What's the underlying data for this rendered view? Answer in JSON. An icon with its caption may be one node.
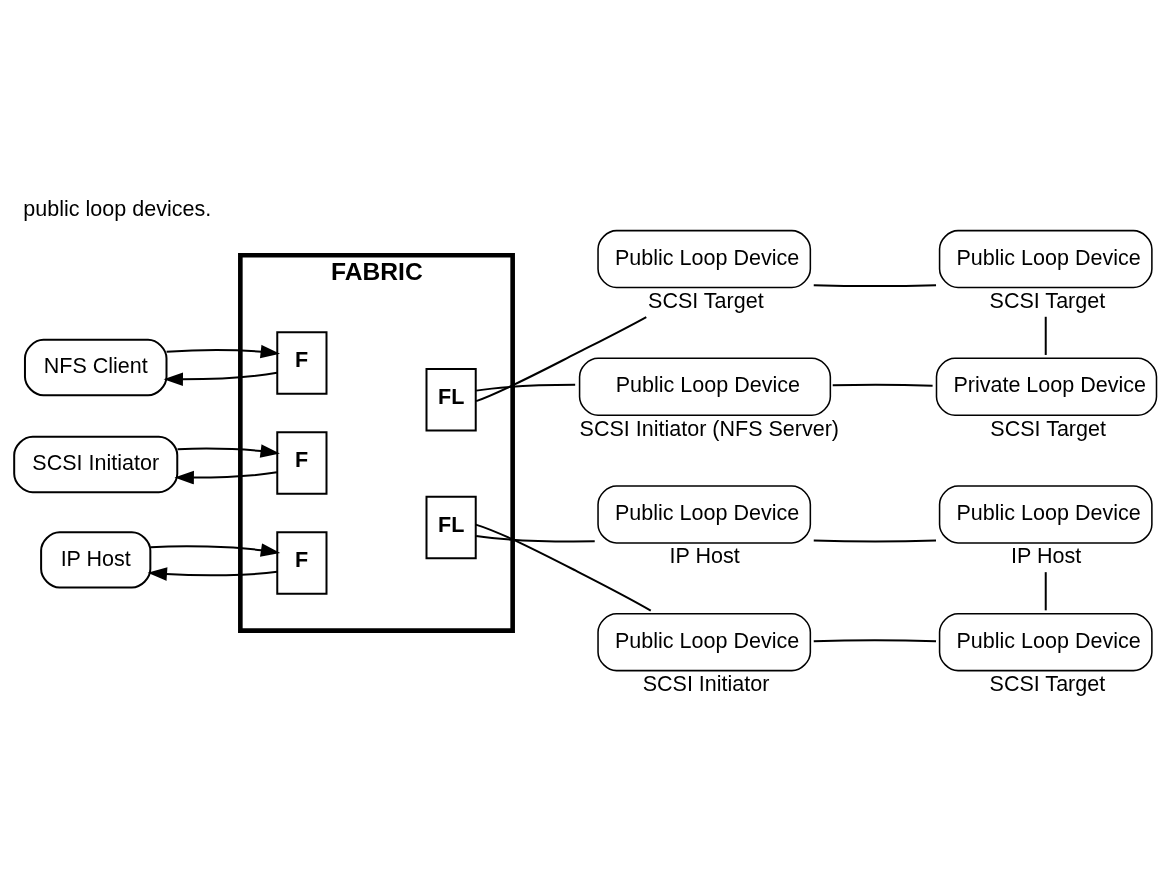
{
  "diagram": {
    "caption": "public loop devices.",
    "nodes": [
      {
        "text": [
          "FABRIC"
        ]
      },
      {
        "text": [
          "F"
        ],
        "in": 0
      },
      {
        "text": [
          "F"
        ],
        "in": 0
      },
      {
        "text": [
          "F"
        ],
        "in": 0
      },
      {
        "text": [
          "FL"
        ],
        "in": 0
      },
      {
        "text": [
          "FL"
        ],
        "in": 0
      },
      {
        "text": [
          "NFS Client"
        ]
      },
      {
        "text": [
          "SCSI Initiator"
        ]
      },
      {
        "text": [
          "IP Host"
        ]
      },
      {
        "text": [
          "Public Loop Device"
        ],
        "beside": [
          "SCSI Target"
        ]
      },
      {
        "text": [
          "Public Loop Device"
        ],
        "beside": [
          "SCSI Target"
        ]
      },
      {
        "text": [
          "Private Loop Device"
        ],
        "beside": [
          "SCSI Target"
        ]
      },
      {
        "text": [
          "Public Loop Device"
        ],
        "beside": [
          "SCSI Initiator (NFS Server)"
        ]
      },
      {
        "text": [
          "Public Loop Device"
        ],
        "beside": [
          "IP Host"
        ]
      },
      {
        "text": [
          "Public Loop Device"
        ],
        "beside": [
          "IP Host"
        ]
      },
      {
        "text": [
          "Public Loop Device"
        ],
        "beside": [
          "SCSI Target"
        ]
      },
      {
        "text": [
          "Public Loop Device"
        ],
        "beside": [
          "SCSI Initiator"
        ]
      }
    ],
    "edges": [
      {
        "from": 1,
        "to": 6,
        "arrow": "to"
      },
      {
        "from": 6,
        "to": 1,
        "arrow": "to"
      },
      {
        "from": 2,
        "to": 7,
        "arrow": "to"
      },
      {
        "from": 7,
        "to": 2,
        "arrow": "to"
      },
      {
        "from": 3,
        "to": 8,
        "arrow": "to"
      },
      {
        "from": 8,
        "to": 3,
        "arrow": "to"
      },
      {
        "from": 4,
        "to": 9,
        "arrow": "none"
      },
      {
        "from": 9,
        "to": 10,
        "arrow": "none"
      },
      {
        "from": 10,
        "to": 11,
        "arrow": "none"
      },
      {
        "from": 11,
        "to": 12,
        "arrow": "none"
      },
      {
        "from": 12,
        "to": 4,
        "arrow": "none"
      },
      {
        "from": 5,
        "to": 13,
        "arrow": "none"
      },
      {
        "from": 13,
        "to": 14,
        "arrow": "none"
      },
      {
        "from": 14,
        "to": 15,
        "arrow": "none"
      },
      {
        "from": 15,
        "to": 16,
        "arrow": "none"
      },
      {
        "from": 16,
        "to": 5,
        "arrow": "none"
      }
    ]
  }
}
